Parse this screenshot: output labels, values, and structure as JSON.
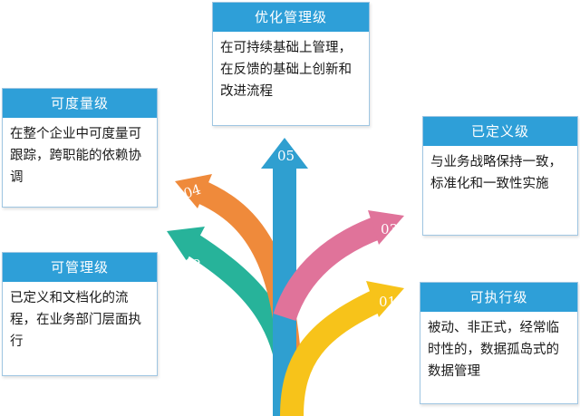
{
  "levels": [
    {
      "num": "05",
      "title": "优化管理级",
      "desc": "在可持续基础上管理，在反馈的基础上创新和改进流程"
    },
    {
      "num": "04",
      "title": "可度量级",
      "desc": "在整个企业中可度量可跟踪，跨职能的依赖协调"
    },
    {
      "num": "03",
      "title": "已定义级",
      "desc": "与业务战略保持一致，标准化和一致性实施"
    },
    {
      "num": "02",
      "title": "可管理级",
      "desc": "已定义和文档化的流程，在业务部门层面执行"
    },
    {
      "num": "01",
      "title": "可执行级",
      "desc": "被动、非正式，经常临时性的，数据孤岛式的数据管理"
    }
  ],
  "colors": {
    "arrow_01": "#f7c31a",
    "arrow_02": "#27b39a",
    "arrow_03": "#e0739a",
    "arrow_04": "#ef8a3b",
    "arrow_05": "#2f9fd0",
    "card_header": "#2e9fd8"
  }
}
